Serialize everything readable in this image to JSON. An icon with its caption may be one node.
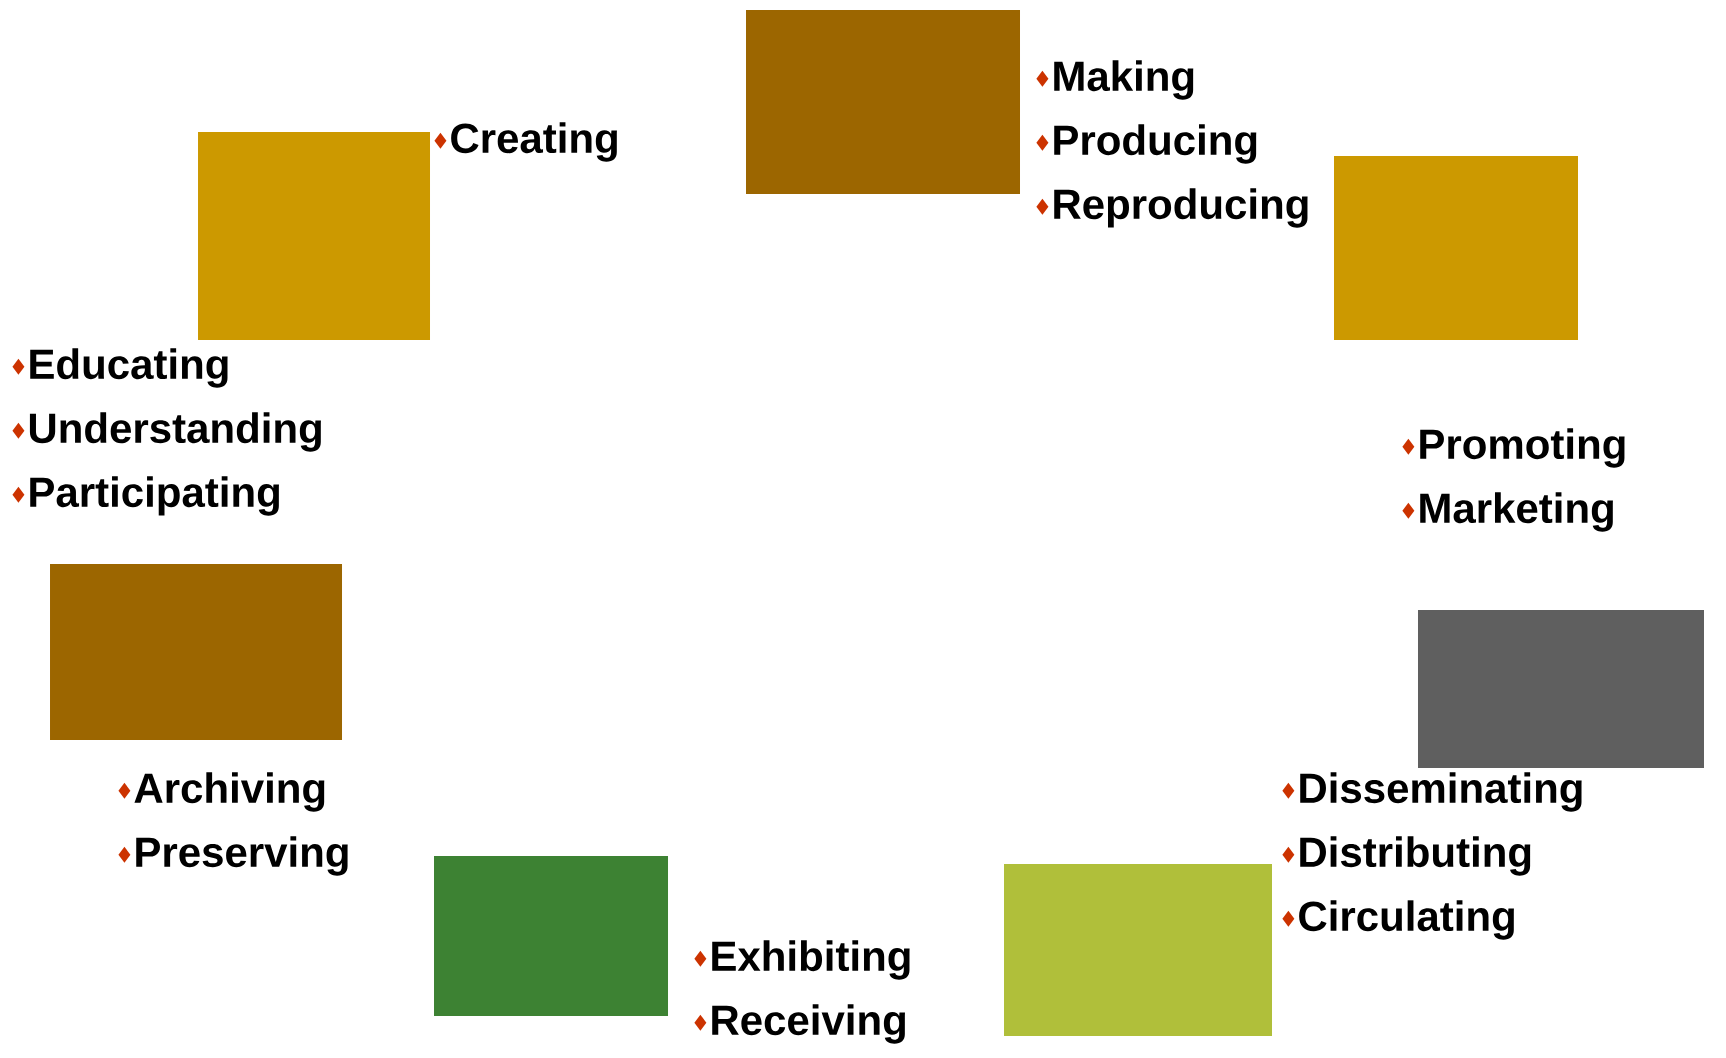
{
  "diagram": {
    "nodes": [
      {
        "text": [],
        "shape": "box",
        "beside": [
          "Making",
          "Producing",
          "Reproducing"
        ]
      },
      {
        "text": [],
        "shape": "box",
        "beside": [
          "Creating"
        ]
      },
      {
        "text": [],
        "shape": "box",
        "beside": [
          "Promoting",
          "Marketing"
        ]
      },
      {
        "text": [],
        "shape": "box",
        "beside": [
          "Educating",
          "Understanding",
          "Participating"
        ]
      },
      {
        "text": [],
        "shape": "box",
        "beside": [
          "Disseminating",
          "Distributing",
          "Circulating"
        ]
      },
      {
        "text": [],
        "shape": "box",
        "beside": [
          "Archiving",
          "Preserving"
        ]
      },
      {
        "text": [],
        "shape": "box",
        "beside": [
          "Exhibiting",
          "Receiving"
        ]
      }
    ]
  }
}
